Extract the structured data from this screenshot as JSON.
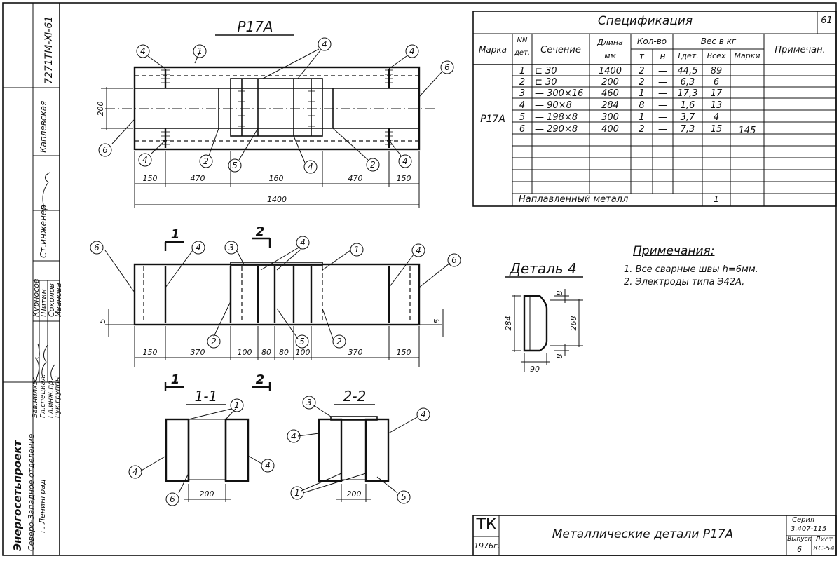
{
  "sheet": {
    "page_number": "61",
    "left_strip": {
      "code": "7271ТМ-Ⅺ-61",
      "org_name": "Энергосетьпроект",
      "org_branch": "Северо-Западное отделение",
      "org_city": "г. Ленинград",
      "roles": [
        "Зав.нилкэс",
        "Гл.специал.",
        "Гл.инж.пр.",
        "Рук.группы"
      ],
      "people": [
        "Курносов",
        "Шитин",
        "Соколов",
        "Иванова"
      ],
      "eng_title": "Ст.инженер",
      "eng_name": "Каплевская"
    }
  },
  "drawing_title": "Р17А",
  "spec": {
    "title": "Спецификация",
    "headers": {
      "marka": "Марка",
      "nn_top": "NN",
      "nn_bottom": "дет.",
      "section": "Сечение",
      "length_top": "Длина",
      "length_unit": "мм",
      "qty_top": "Кол-во",
      "qty_t": "т",
      "qty_n": "н",
      "weight_top": "Вес  в  кг",
      "weight_one": "1дет.",
      "weight_all": "Всех",
      "weight_mark": "Марки",
      "note": "Примечан."
    },
    "mark": "Р17А",
    "mark_total": "145",
    "rows": [
      {
        "n": "1",
        "section": "⊏ 30",
        "length": "1400",
        "qty_t": "2",
        "qty_n": "—",
        "w1": "44,5",
        "wall": "89"
      },
      {
        "n": "2",
        "section": "⊏ 30",
        "length": "200",
        "qty_t": "2",
        "qty_n": "—",
        "w1": "6,3",
        "wall": "6"
      },
      {
        "n": "3",
        "section": "— 300×16",
        "length": "460",
        "qty_t": "1",
        "qty_n": "—",
        "w1": "17,3",
        "wall": "17"
      },
      {
        "n": "4",
        "section": "— 90×8",
        "length": "284",
        "qty_t": "8",
        "qty_n": "—",
        "w1": "1,6",
        "wall": "13"
      },
      {
        "n": "5",
        "section": "— 198×8",
        "length": "300",
        "qty_t": "1",
        "qty_n": "—",
        "w1": "3,7",
        "wall": "4"
      },
      {
        "n": "6",
        "section": "— 290×8",
        "length": "400",
        "qty_t": "2",
        "qty_n": "—",
        "w1": "7,3",
        "wall": "15"
      }
    ],
    "weld_label": "Наплавленный   металл",
    "weld_value": "1"
  },
  "plan": {
    "dims_bottom": [
      "150",
      "470",
      "160",
      "470",
      "150"
    ],
    "dim_total": "1400",
    "dim_height": "200",
    "callouts": [
      "4",
      "1",
      "4",
      "4",
      "6",
      "6",
      "4",
      "2",
      "5",
      "4",
      "2",
      "4"
    ]
  },
  "elevation": {
    "dims_bottom": [
      "150",
      "370",
      "100",
      "80",
      "80",
      "100",
      "370",
      "150"
    ],
    "dim_side": "5",
    "cut1": "1",
    "cut2": "2",
    "callouts": [
      "6",
      "4",
      "3",
      "4",
      "1",
      "4",
      "6",
      "2",
      "5",
      "2"
    ]
  },
  "sections": {
    "s11_title": "1-1",
    "s22_title": "2-2",
    "dim_200": "200",
    "callouts_11": [
      "1",
      "4",
      "4",
      "6"
    ],
    "callouts_22": [
      "3",
      "4",
      "4",
      "1",
      "5"
    ]
  },
  "detail": {
    "title": "Деталь 4",
    "dim_284": "284",
    "dim_268": "268",
    "dim_8a": "8",
    "dim_8b": "8",
    "dim_90": "90"
  },
  "notes": {
    "title": "Примечания:",
    "items": [
      "1. Все сварные швы  h=6мм.",
      "2. Электроды типа  Э42А,"
    ]
  },
  "stamp": {
    "tk": "ТК",
    "year": "1976г.",
    "title": "Металлические детали  Р17А",
    "series_label": "Серия",
    "series": "3.407-115",
    "issue_label": "Выпуск",
    "issue": "6",
    "sheet_label": "Лист",
    "sheet": "КС-54"
  }
}
